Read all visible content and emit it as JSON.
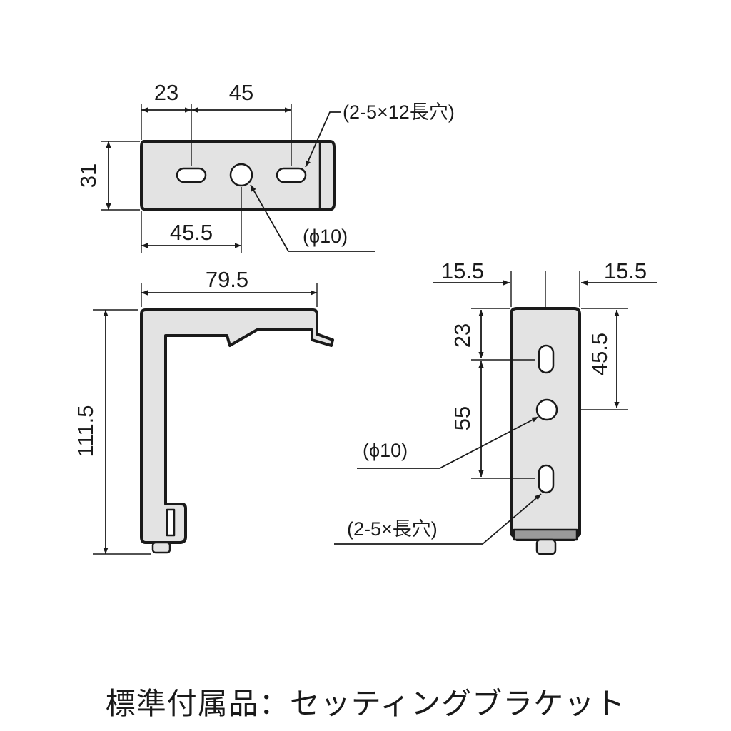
{
  "top_view": {
    "dim_left": "23",
    "dim_mid": "45",
    "dim_height": "31",
    "dim_bottom": "45.5",
    "slot_note": "(2-5×12長穴)",
    "hole_note": "(ϕ10)"
  },
  "side_view": {
    "dim_width": "79.5",
    "dim_height": "111.5"
  },
  "front_view": {
    "dim_left": "15.5",
    "dim_right": "15.5",
    "dim_top": "23",
    "dim_mid": "55",
    "dim_right_v": "45.5",
    "hole_note": "(ϕ10)",
    "slot_note": "(2-5×長穴)"
  },
  "caption": "標準付属品：セッティングブラケット"
}
